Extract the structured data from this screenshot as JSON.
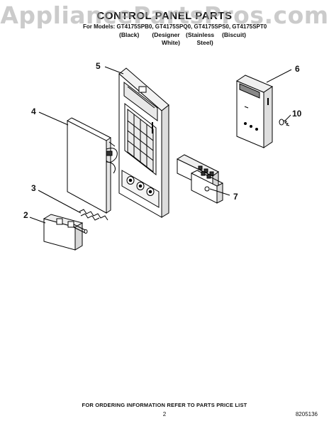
{
  "watermark": "AppliancePartsPros.com",
  "header": {
    "title": "CONTROL PANEL PARTS",
    "models_line": "For Models: GT4175SPB0, GT4175SPQ0, GT4175SPS0, GT4175SPT0",
    "columns": [
      {
        "line1": "(Black)",
        "line2": ""
      },
      {
        "line1": "(Designer",
        "line2": "White)"
      },
      {
        "line1": "(Stainless",
        "line2": "Steel)"
      },
      {
        "line1": "(Biscuit)",
        "line2": ""
      }
    ]
  },
  "callouts": [
    "2",
    "3",
    "4",
    "5",
    "6",
    "7",
    "10"
  ],
  "footer": {
    "ordering_note": "FOR ORDERING INFORMATION REFER TO PARTS PRICE LIST",
    "page_number": "2",
    "doc_number": "8205136"
  }
}
